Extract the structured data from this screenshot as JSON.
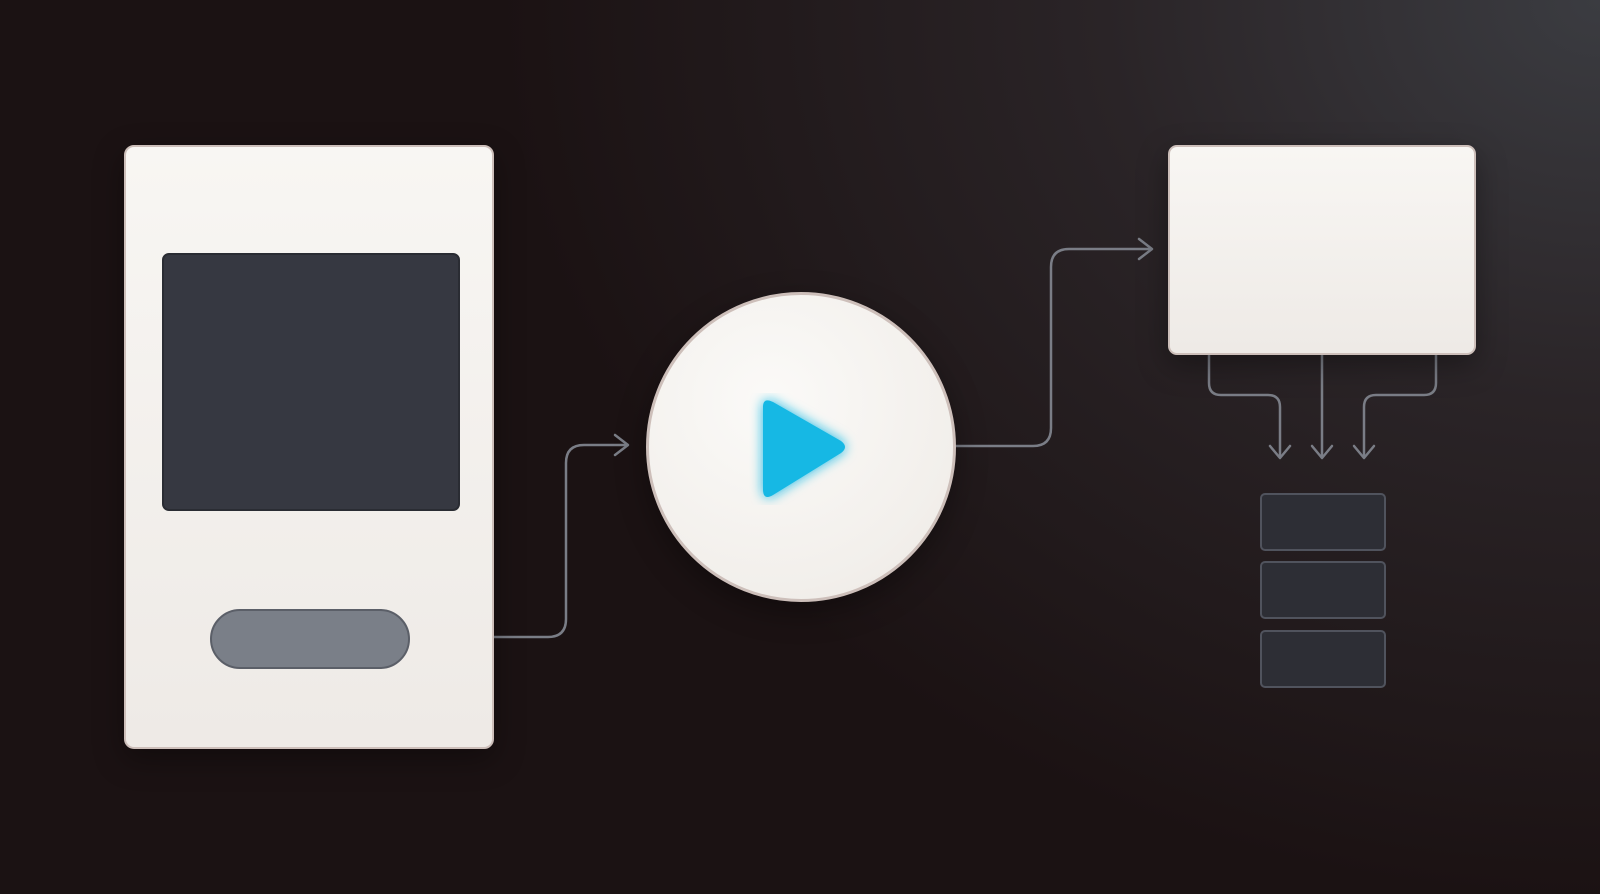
{
  "diagram": {
    "nodes": [
      {
        "id": "device",
        "kind": "card",
        "children": [
          "screen",
          "button"
        ]
      },
      {
        "id": "player",
        "kind": "circle",
        "icon": "play-icon"
      },
      {
        "id": "output",
        "kind": "card"
      },
      {
        "id": "stack",
        "kind": "stacked-blocks",
        "count": 3
      }
    ],
    "edges": [
      {
        "from": "device",
        "to": "player"
      },
      {
        "from": "player",
        "to": "output"
      },
      {
        "from": "output",
        "to": "stack",
        "branches": 3
      }
    ]
  },
  "colors": {
    "accent": "#12b8e4",
    "card_fill": "#f6f3f0",
    "card_border": "#cdbfba",
    "screen": "#363841",
    "pill": "#7a7f88",
    "block": "#2d2e35",
    "connector": "#7a7d86",
    "background_dark": "#1b1213",
    "background_light": "#3b3c41"
  }
}
